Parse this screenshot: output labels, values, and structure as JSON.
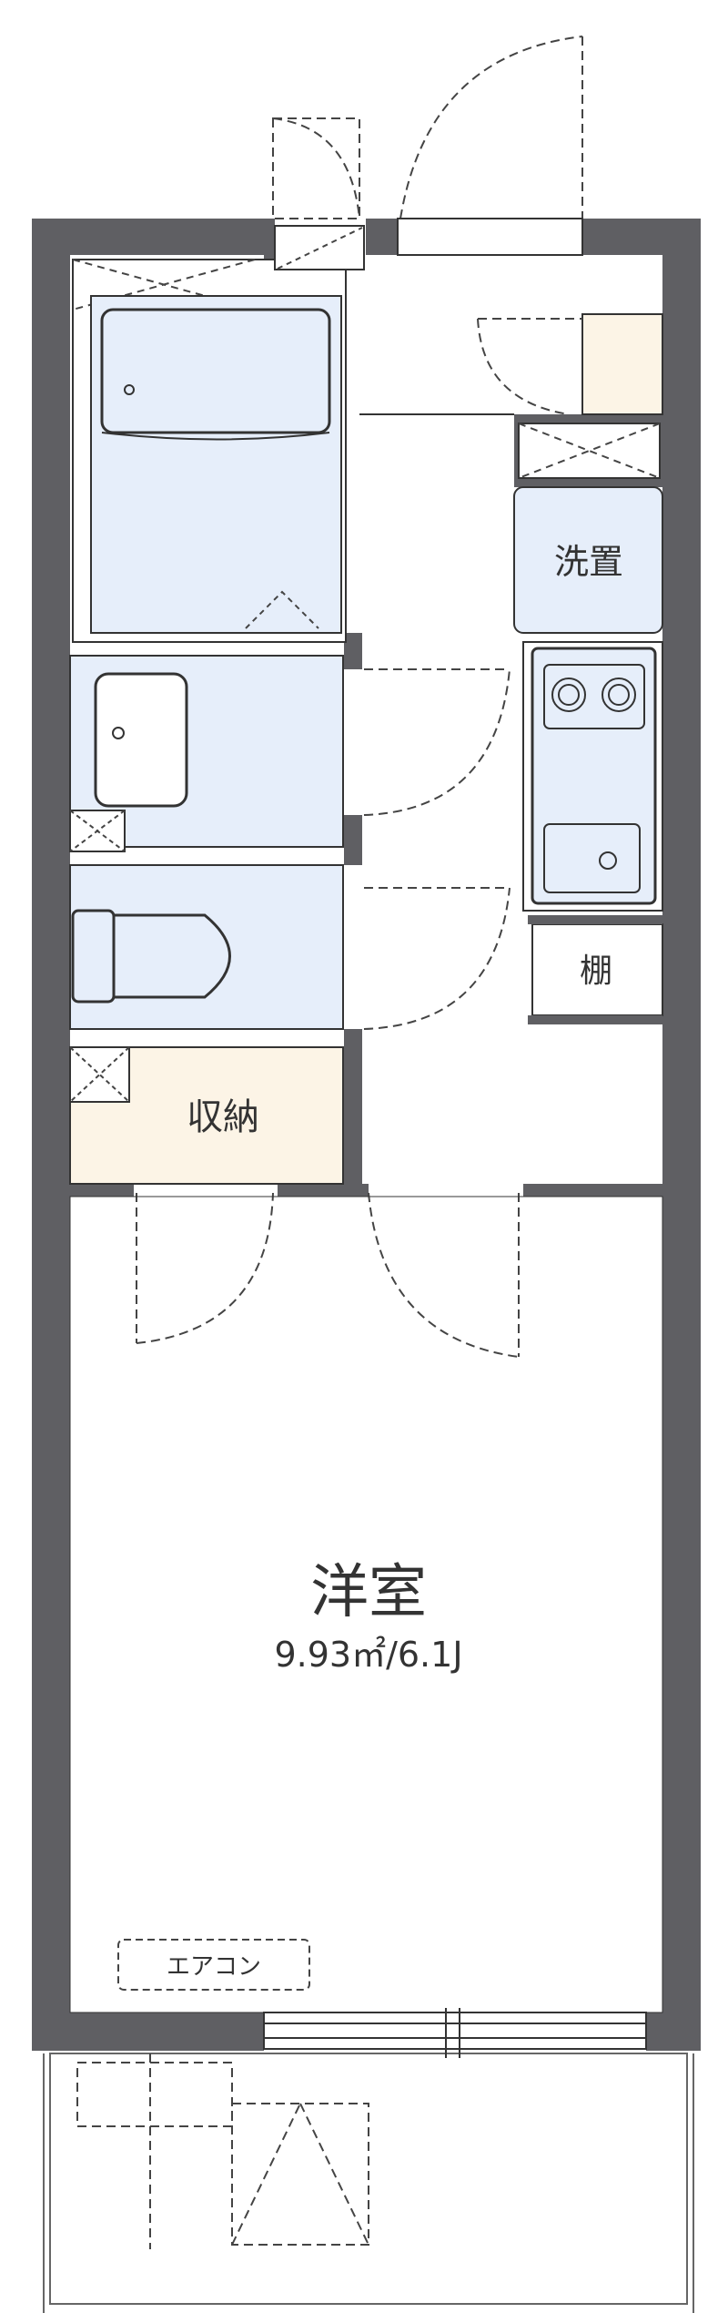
{
  "rooms": {
    "western_name": "洋室",
    "western_area": "9.93㎡/6.1J",
    "storage": "収納",
    "laundry": "洗置",
    "shelf": "棚",
    "aircon": "エアコン"
  },
  "colors": {
    "wall": "#5f5f63",
    "fixture_blue": "#e6eefa",
    "storage_beige": "#fcf4e6",
    "line": "#333333",
    "dashed": "#444444"
  }
}
